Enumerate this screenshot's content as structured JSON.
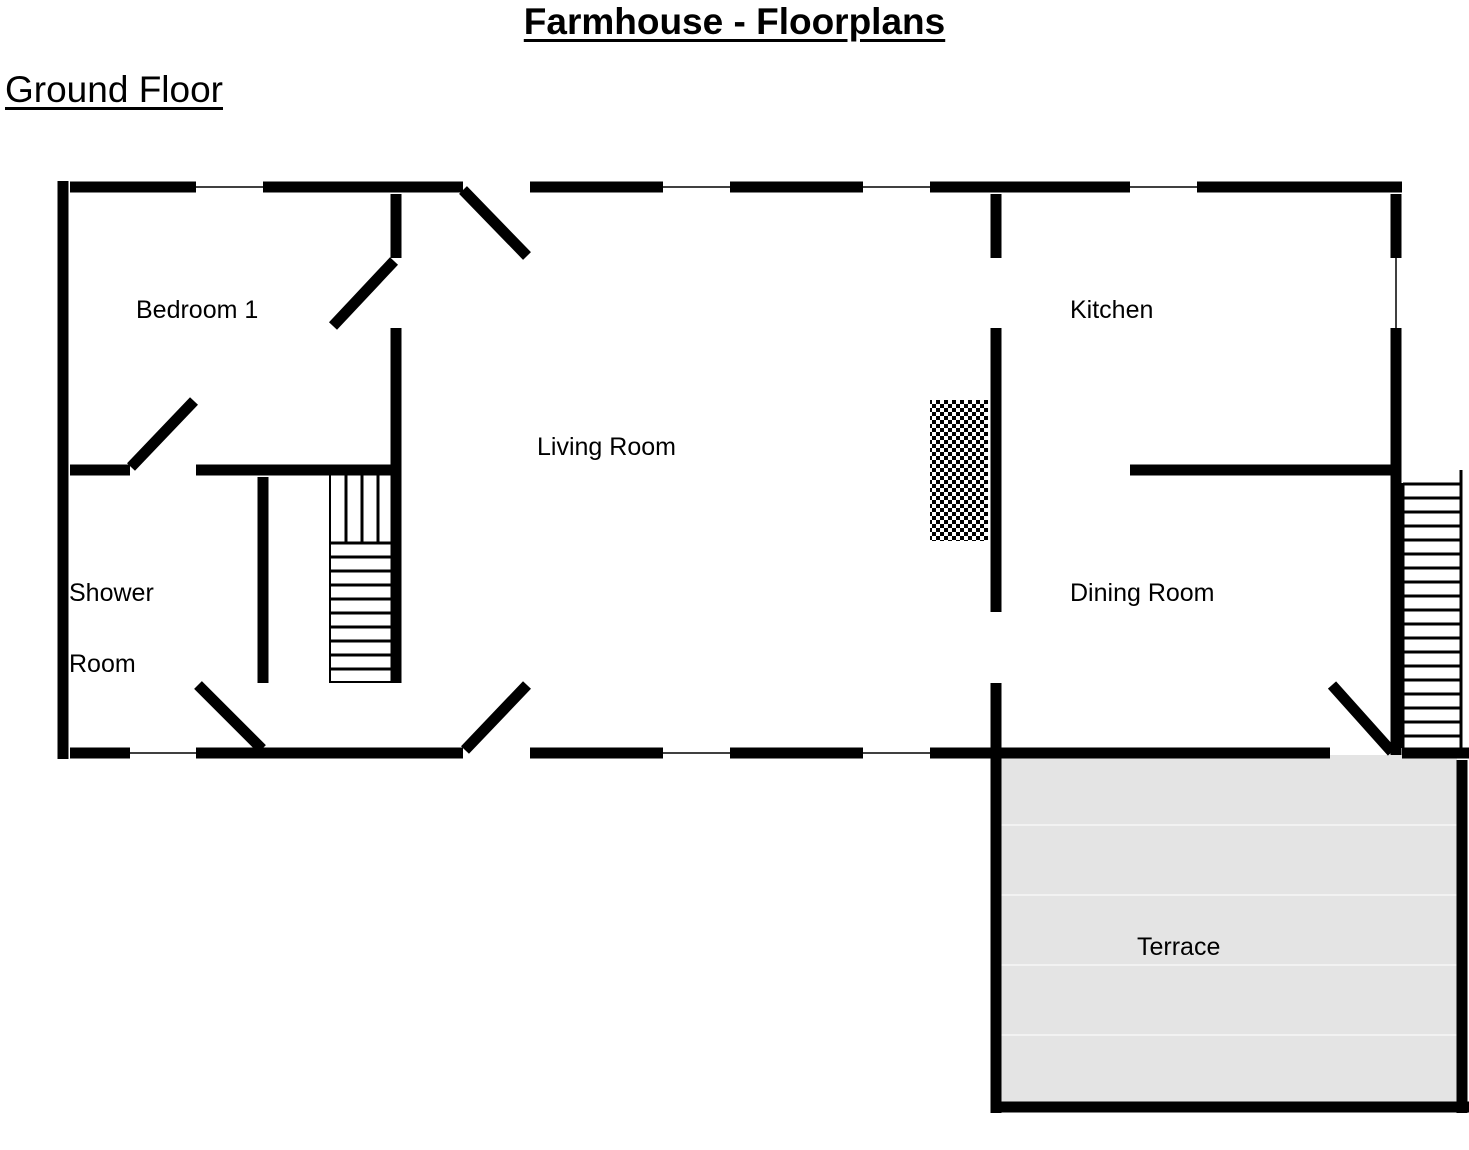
{
  "title": "Farmhouse - Floorplans",
  "floor_name": "Ground Floor",
  "rooms": {
    "bedroom_1": "Bedroom 1",
    "living_room": "Living Room",
    "kitchen": "Kitchen",
    "shower_room_line1": "Shower",
    "shower_room_line2": "Room",
    "dining_room": "Dining Room",
    "terrace": "Terrace"
  },
  "colors": {
    "wall": "#000000",
    "terrace_fill": "#e4e4e4",
    "background": "#ffffff"
  }
}
